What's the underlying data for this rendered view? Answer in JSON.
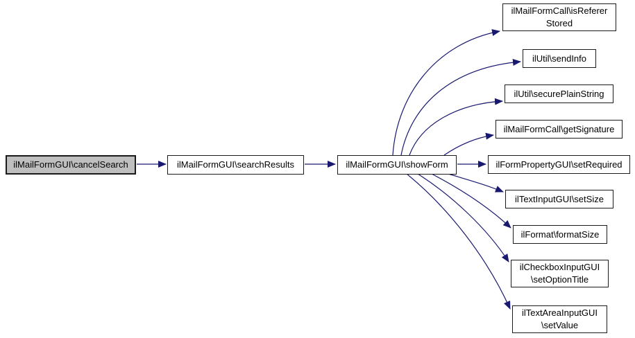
{
  "diagram": {
    "type": "call-graph",
    "colors": {
      "background": "#ffffff",
      "edge": "#191970",
      "node_border": "#1a1a1a",
      "node_fill": "#ffffff",
      "highlight_fill": "#bfbfbf",
      "text": "#000000"
    },
    "nodes": [
      {
        "id": "cancelSearch",
        "label": "ilMailFormGUI\\cancelSearch",
        "highlighted": true
      },
      {
        "id": "searchResults",
        "label": "ilMailFormGUI\\searchResults"
      },
      {
        "id": "showForm",
        "label": "ilMailFormGUI\\showForm"
      },
      {
        "id": "isRefererStored",
        "label": "ilMailFormCall\\isRefererStored",
        "lines": [
          "ilMailFormCall\\isReferer",
          "Stored"
        ]
      },
      {
        "id": "sendInfo",
        "label": "ilUtil\\sendInfo"
      },
      {
        "id": "securePlainString",
        "label": "ilUtil\\securePlainString"
      },
      {
        "id": "getSignature",
        "label": "ilMailFormCall\\getSignature"
      },
      {
        "id": "setRequired",
        "label": "ilFormPropertyGUI\\setRequired"
      },
      {
        "id": "setSize",
        "label": "ilTextInputGUI\\setSize"
      },
      {
        "id": "formatSize",
        "label": "ilFormat\\formatSize"
      },
      {
        "id": "setOptionTitle",
        "label": "ilCheckboxInputGUI\\setOptionTitle",
        "lines": [
          "ilCheckboxInputGUI",
          "\\setOptionTitle"
        ]
      },
      {
        "id": "setValue",
        "label": "ilTextAreaInputGUI\\setValue",
        "lines": [
          "ilTextAreaInputGUI",
          "\\setValue"
        ]
      }
    ],
    "edges": [
      {
        "from": "cancelSearch",
        "to": "searchResults"
      },
      {
        "from": "searchResults",
        "to": "showForm"
      },
      {
        "from": "showForm",
        "to": "isRefererStored"
      },
      {
        "from": "showForm",
        "to": "sendInfo"
      },
      {
        "from": "showForm",
        "to": "securePlainString"
      },
      {
        "from": "showForm",
        "to": "getSignature"
      },
      {
        "from": "showForm",
        "to": "setRequired"
      },
      {
        "from": "showForm",
        "to": "setSize"
      },
      {
        "from": "showForm",
        "to": "formatSize"
      },
      {
        "from": "showForm",
        "to": "setOptionTitle"
      },
      {
        "from": "showForm",
        "to": "setValue"
      }
    ]
  }
}
